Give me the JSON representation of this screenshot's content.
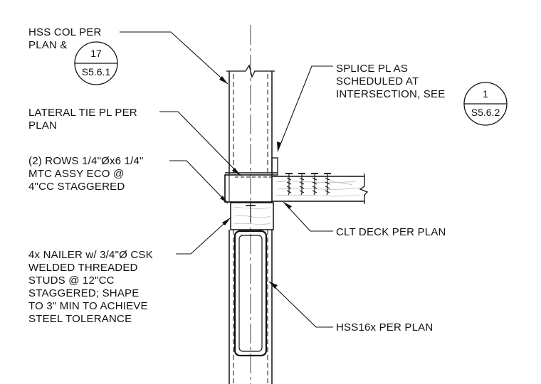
{
  "notes": {
    "hss_col": "HSS COL PER\nPLAN &",
    "splice_pl": "SPLICE PL AS\nSCHEDULED AT\nINTERSECTION, SEE",
    "lateral_tie": "LATERAL TIE PL PER\nPLAN",
    "rows": "(2) ROWS 1/4\"Øx6 1/4\"\nMTC ASSY ECO @\n4\"CC STAGGERED",
    "clt_deck": "CLT DECK PER PLAN",
    "nailer": "4x NAILER w/ 3/4\"Ø CSK\nWELDED THREADED\nSTUDS @ 12\"CC\nSTAGGERED; SHAPE\nTO 3\" MIN TO ACHIEVE\nSTEEL TOLERANCE",
    "hss16": "HSS16x PER PLAN"
  },
  "bubbles": {
    "col": {
      "number": "17",
      "sheet": "S5.6.1"
    },
    "splice": {
      "number": "1",
      "sheet": "S5.6.2"
    }
  },
  "colors": {
    "line": "#111111",
    "wood_grain": "#bdbdbd",
    "background": "#ffffff"
  }
}
